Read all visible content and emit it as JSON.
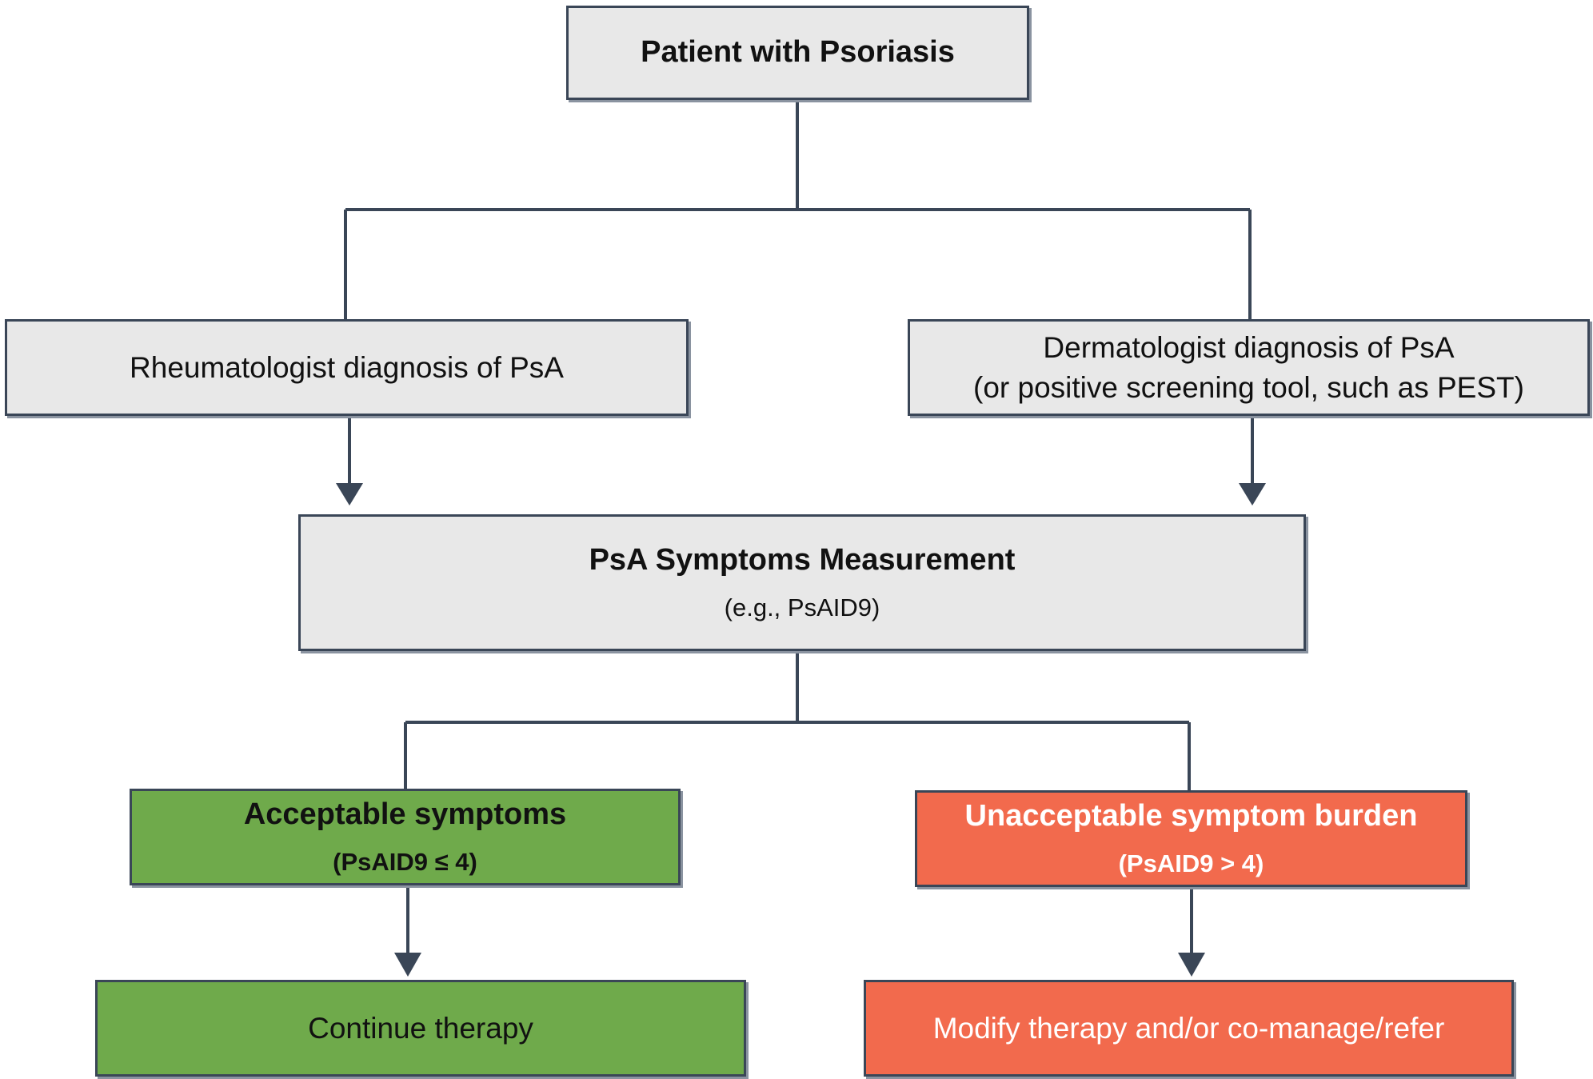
{
  "boxes": {
    "patient": {
      "title": "Patient with Psoriasis"
    },
    "rheumatologist": {
      "text": "Rheumatologist diagnosis of PsA"
    },
    "dermatologist": {
      "line1": "Dermatologist diagnosis of PsA",
      "line2": "(or positive screening tool, such as PEST)"
    },
    "measurement": {
      "title": "PsA Symptoms Measurement",
      "subtitle": "(e.g., PsAID9)"
    },
    "acceptable": {
      "title": "Acceptable symptoms",
      "criterion": "(PsAID9 ≤ 4)"
    },
    "unacceptable": {
      "title": "Unacceptable symptom burden",
      "criterion": "(PsAID9 > 4)"
    },
    "continue": {
      "text": "Continue therapy"
    },
    "modify": {
      "text": "Modify therapy and/or co-manage/refer"
    }
  },
  "colors": {
    "gray_box": "#e8e8e8",
    "green_box": "#6faa4b",
    "red_box": "#f26a4d",
    "connector": "#3a4657",
    "red_text": "#ffffff"
  }
}
